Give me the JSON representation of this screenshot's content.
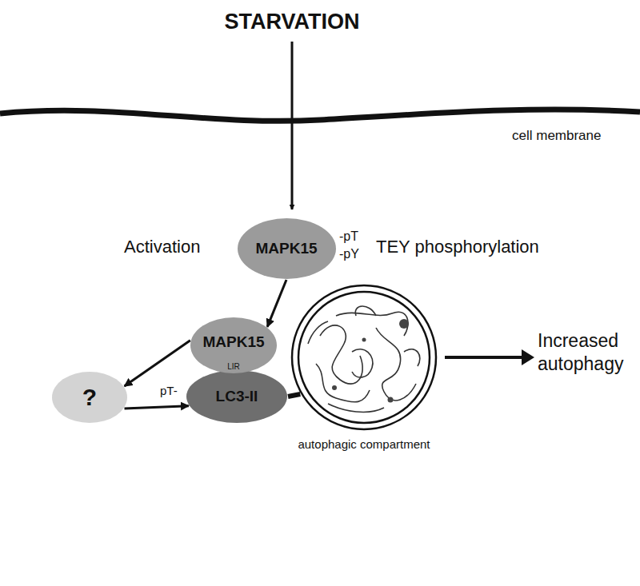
{
  "diagram": {
    "nodes": [
      {
        "text": [
          "MAPK15"
        ]
      },
      {
        "text": [
          "MAPK15",
          "LIR"
        ]
      },
      {
        "text": [
          "?"
        ]
      },
      {
        "text": [
          "LC3-II"
        ]
      },
      {
        "text": [
          "autophagic compartment"
        ]
      }
    ],
    "edges": [
      {
        "from": 0,
        "to": 1,
        "arrow": "to"
      },
      {
        "from": 1,
        "to": 2,
        "arrow": "to"
      },
      {
        "from": 2,
        "to": 3,
        "arrow": "to"
      },
      {
        "from": 3,
        "to": 4,
        "arrow": "none"
      }
    ],
    "labels": [
      "STARVATION",
      "cell membrane",
      "Activation",
      "-pT",
      "-pY",
      "TEY phosphorylation",
      "pT-",
      "Increased autophagy"
    ]
  }
}
